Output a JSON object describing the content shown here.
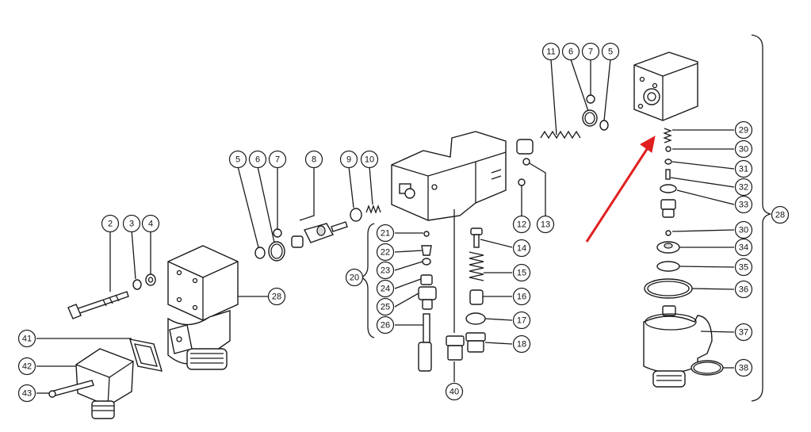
{
  "diagram": {
    "callouts": [
      {
        "id": "c-11",
        "label": "11"
      },
      {
        "id": "c-6a",
        "label": "6"
      },
      {
        "id": "c-7a",
        "label": "7"
      },
      {
        "id": "c-5a",
        "label": "5"
      },
      {
        "id": "c-5b",
        "label": "5"
      },
      {
        "id": "c-6b",
        "label": "6"
      },
      {
        "id": "c-7b",
        "label": "7"
      },
      {
        "id": "c-8",
        "label": "8"
      },
      {
        "id": "c-9",
        "label": "9"
      },
      {
        "id": "c-10",
        "label": "10"
      },
      {
        "id": "c-2",
        "label": "2"
      },
      {
        "id": "c-3",
        "label": "3"
      },
      {
        "id": "c-4",
        "label": "4"
      },
      {
        "id": "c-28a",
        "label": "28"
      },
      {
        "id": "c-21",
        "label": "21"
      },
      {
        "id": "c-22",
        "label": "22"
      },
      {
        "id": "c-23",
        "label": "23"
      },
      {
        "id": "c-24",
        "label": "24"
      },
      {
        "id": "c-25",
        "label": "25"
      },
      {
        "id": "c-26",
        "label": "26"
      },
      {
        "id": "c-20",
        "label": "20"
      },
      {
        "id": "c-12",
        "label": "12"
      },
      {
        "id": "c-13",
        "label": "13"
      },
      {
        "id": "c-14",
        "label": "14"
      },
      {
        "id": "c-15",
        "label": "15"
      },
      {
        "id": "c-16",
        "label": "16"
      },
      {
        "id": "c-17",
        "label": "17"
      },
      {
        "id": "c-18",
        "label": "18"
      },
      {
        "id": "c-40",
        "label": "40"
      },
      {
        "id": "c-41",
        "label": "41"
      },
      {
        "id": "c-42",
        "label": "42"
      },
      {
        "id": "c-43",
        "label": "43"
      },
      {
        "id": "c-29",
        "label": "29",
        "highlight": true
      },
      {
        "id": "c-30a",
        "label": "30"
      },
      {
        "id": "c-31",
        "label": "31"
      },
      {
        "id": "c-32",
        "label": "32"
      },
      {
        "id": "c-33",
        "label": "33"
      },
      {
        "id": "c-30b",
        "label": "30"
      },
      {
        "id": "c-34",
        "label": "34"
      },
      {
        "id": "c-35",
        "label": "35"
      },
      {
        "id": "c-36",
        "label": "36"
      },
      {
        "id": "c-37",
        "label": "37"
      },
      {
        "id": "c-38",
        "label": "38"
      },
      {
        "id": "c-28b",
        "label": "28"
      }
    ],
    "colors": {
      "line": "#1a1a1a",
      "highlight": "#b5b83a",
      "arrow": "#e02020"
    }
  }
}
